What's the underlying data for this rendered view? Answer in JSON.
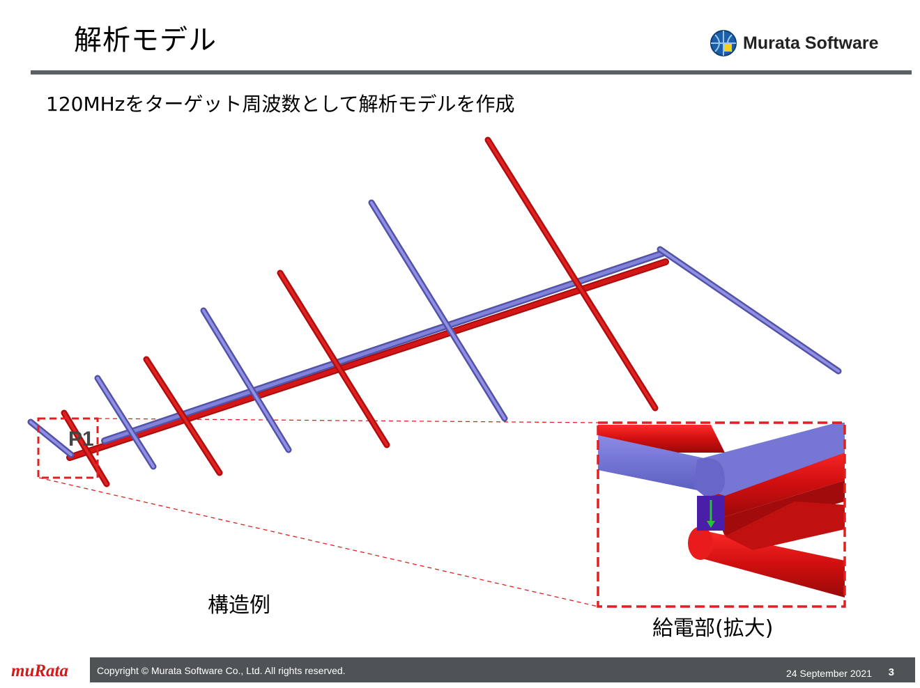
{
  "slide": {
    "title": "解析モデル",
    "subtitle": "120MHzをターゲット周波数として解析モデルを作成",
    "brand": {
      "name": "Murata Software",
      "logo_icon": "globe-logo-icon"
    },
    "port_label": "P1",
    "captions": {
      "structure": "構造例",
      "feed_zoom": "給電部(拡大)"
    }
  },
  "footer": {
    "logo_text": "muRata",
    "copyright": "Copyright © Murata Software Co., Ltd. All rights reserved.",
    "date": "24 September 2021",
    "page_number": "3"
  },
  "colors": {
    "element_red": "#cc1111",
    "element_blue": "#6e6fd0",
    "rule": "#5a6064",
    "footer_bar": "#4e5356",
    "zoom_frame": "#e02020",
    "logo_red": "#d11a1a"
  }
}
